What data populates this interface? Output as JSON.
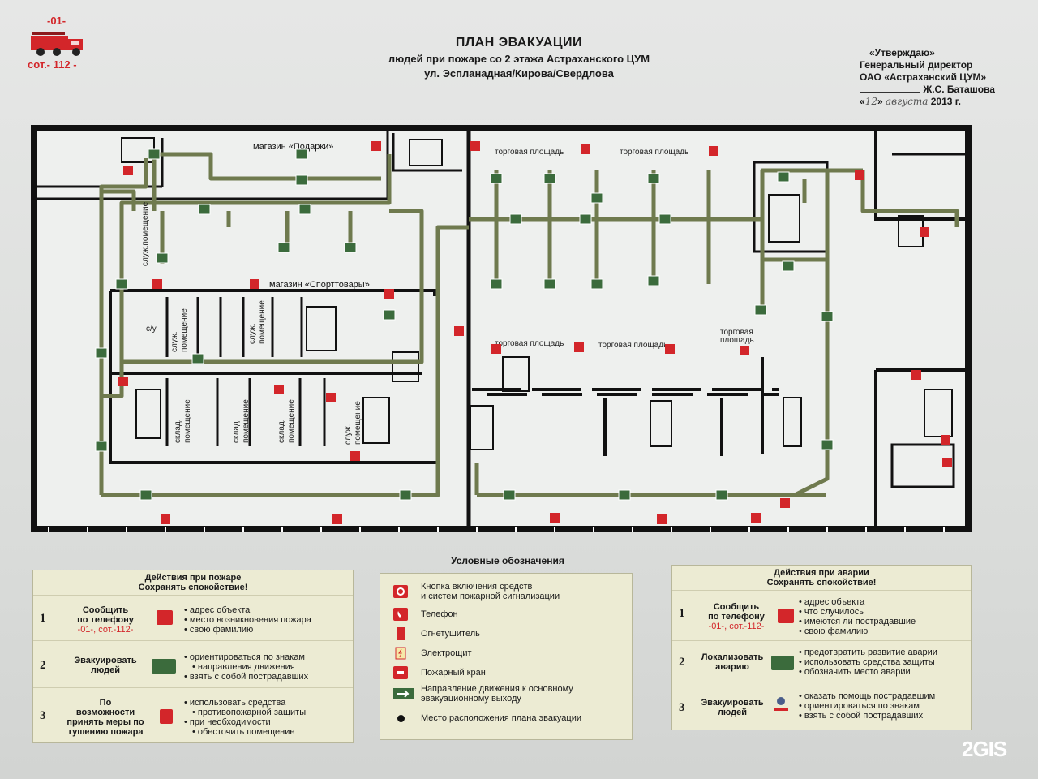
{
  "header": {
    "phone_top": "-01-",
    "phone_bottom": "сот.- 112 -",
    "title": "ПЛАН ЭВАКУАЦИИ",
    "subtitle": "людей при пожаре со 2 этажа  Астраханского ЦУМ",
    "address": "ул. Эспланадная/Кирова/Свердлова"
  },
  "approval": {
    "line1": "«Утверждаю»",
    "line2": "Генеральный директор",
    "line3": "ОАО «Астраханский ЦУМ»",
    "name": "Ж.С. Баташова",
    "date_day": "12",
    "date_month": "августа",
    "date_year": "2013 г."
  },
  "plan": {
    "shop_gifts": "магазин «Подарки»",
    "shop_sport": "магазин «Спорттовары»",
    "trade_area": "торговая площадь",
    "trade_area_1": "торговая",
    "trade_area_2": "площадь",
    "service_room": "служ.помещение",
    "serv_1": "служ.",
    "serv_2": "помещение",
    "store_1": "склад.",
    "store_2": "помещение",
    "wc": "с/у"
  },
  "legend": {
    "title": "Условные обозначения",
    "items": [
      {
        "icon": "fire-alarm-button-icon",
        "text1": "Кнопка включения средств",
        "text2": "и систем пожарной сигнализации"
      },
      {
        "icon": "phone-icon",
        "text1": "Телефон",
        "text2": ""
      },
      {
        "icon": "extinguisher-icon",
        "text1": "Огнетушитель",
        "text2": ""
      },
      {
        "icon": "electrical-panel-icon",
        "text1": "Электрощит",
        "text2": ""
      },
      {
        "icon": "fire-hydrant-icon",
        "text1": "Пожарный кран",
        "text2": ""
      },
      {
        "icon": "evacuation-arrow-icon",
        "text1": "Направление движения к основному",
        "text2": "эвакуационному выходу"
      },
      {
        "icon": "you-are-here-icon",
        "text1": "Место расположения плана эвакуации",
        "text2": ""
      }
    ]
  },
  "fire_panel": {
    "head1": "Действия при пожаре",
    "head2": "Сохранять спокойствие!",
    "rows": [
      {
        "num": "1",
        "a1": "Сообщить",
        "a2": "по телефону",
        "a3": "-01-, сот.-112-",
        "icon": "phone-icon",
        "i1": "адрес объекта",
        "i2": "место возникновения пожара",
        "i3": "свою фамилию"
      },
      {
        "num": "2",
        "a1": "Эвакуировать",
        "a2": "людей",
        "a3": "",
        "icon": "exit-sign-icon",
        "i1": "ориентироваться по знакам",
        "i2": "направления движения",
        "i3": "взять с собой пострадавших"
      },
      {
        "num": "3",
        "a1": "По",
        "a2": "возможности",
        "a3": "принять меры по",
        "a4": "тушению пожара",
        "icon": "extinguisher-icon",
        "i1": "использовать средства",
        "i2": "противопожарной защиты",
        "i3": "при необходимости",
        "i4": "обесточить помещение"
      }
    ]
  },
  "accident_panel": {
    "head1": "Действия при аварии",
    "head2": "Сохранять спокойствие!",
    "rows": [
      {
        "num": "1",
        "a1": "Сообщить",
        "a2": "по телефону",
        "a3": "-01-, сот.-112-",
        "icon": "phone-icon",
        "i1": "адрес объекта",
        "i2": "что случилось",
        "i3": "имеются ли  пострадавшие",
        "i4": "свою фамилию"
      },
      {
        "num": "2",
        "a1": "Локализовать",
        "a2": "аварию",
        "icon": "exit-sign-icon",
        "i1": "предотвратить развитие аварии",
        "i2": "использовать средства защиты",
        "i3": "обозначить место аварии"
      },
      {
        "num": "3",
        "a1": "Эвакуировать",
        "a2": "людей",
        "icon": "barrier-icon",
        "i1": "оказать помощь пострадавшим",
        "i2": "ориентироваться  по знакам",
        "i3": "взять с собой пострадавших"
      }
    ]
  },
  "watermark": "2GIS",
  "colors": {
    "route": "#6f7a4e",
    "wall": "#111111",
    "sign_red": "#d3262a",
    "panel_bg": "#ecebd3"
  }
}
